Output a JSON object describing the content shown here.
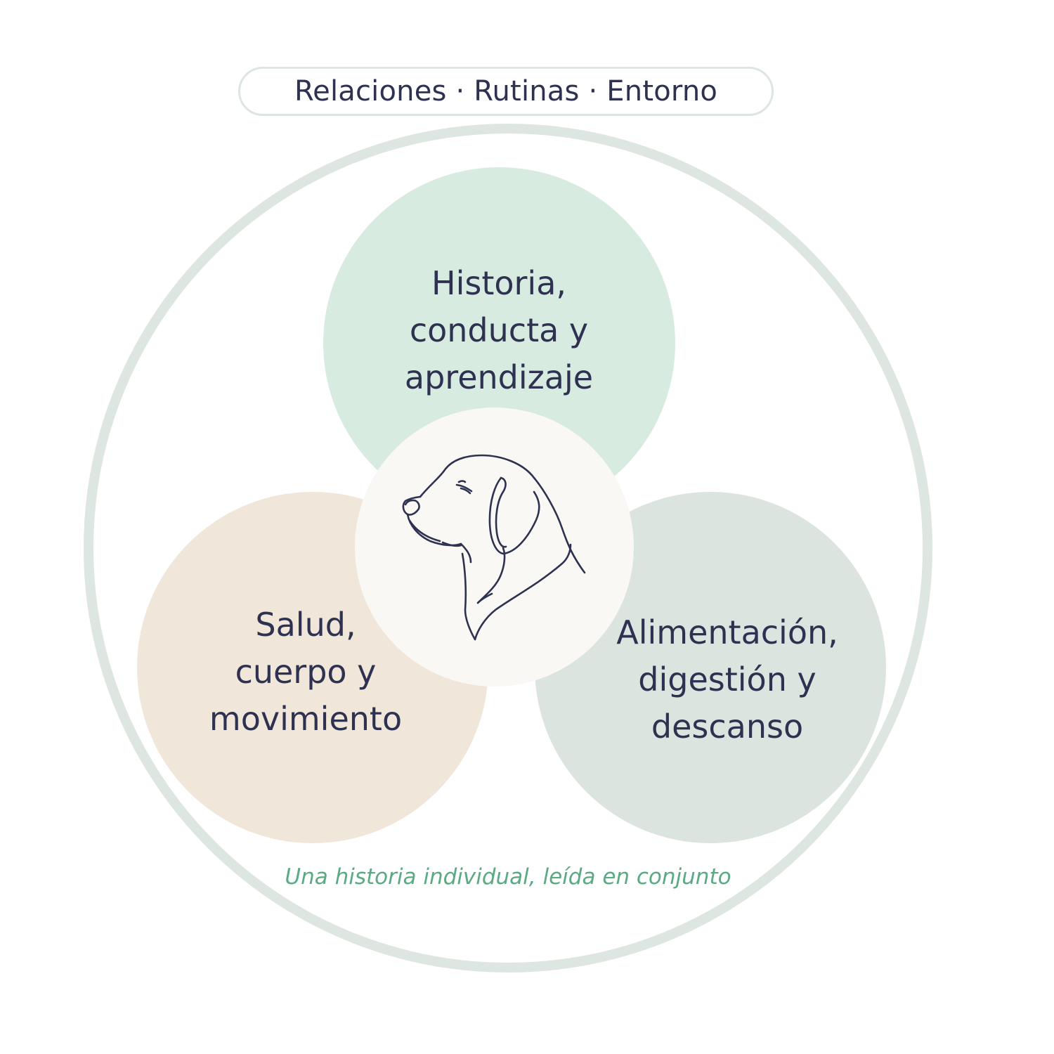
{
  "header": {
    "title": "Relaciones · Rutinas · Entorno"
  },
  "circles": {
    "top": {
      "lines": [
        "Historia,",
        "conducta y",
        "aprendizaje"
      ],
      "color": "#d8ebe1"
    },
    "left": {
      "lines": [
        "Salud,",
        "cuerpo y",
        "movimiento"
      ],
      "color": "#f0e7da"
    },
    "right": {
      "lines": [
        "Alimentación,",
        "digestión y",
        "descanso"
      ],
      "color": "#dce4df"
    },
    "center": {
      "icon": "dog-head-icon",
      "color": "#f9f8f5"
    }
  },
  "footer": {
    "caption": "Una historia individual, leída en conjunto"
  },
  "colors": {
    "text": "#2e3250",
    "accent_green": "#5aaa83",
    "ring": "#dde6e0"
  }
}
